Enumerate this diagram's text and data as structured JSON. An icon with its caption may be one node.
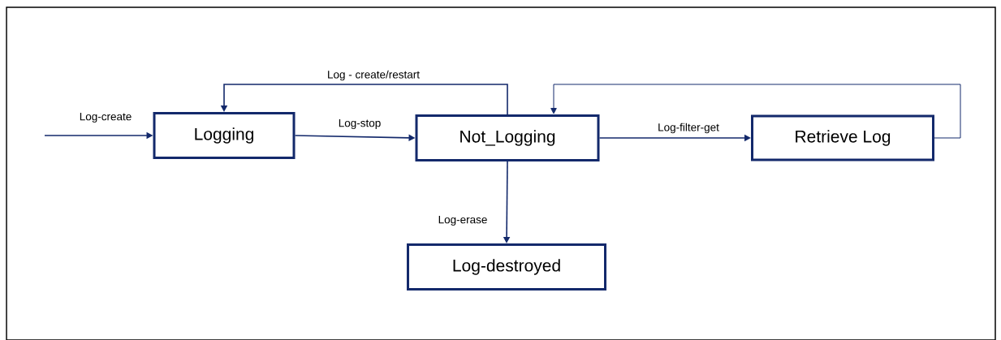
{
  "diagram": {
    "nodes": [
      {
        "text": [
          "Logging"
        ]
      },
      {
        "text": [
          "Not_Logging"
        ]
      },
      {
        "text": [
          "Retrieve Log"
        ]
      },
      {
        "text": [
          "Log-destroyed"
        ]
      }
    ],
    "edges": [
      {
        "from": null,
        "to": 0,
        "arrow": "to",
        "label": "Log-create"
      },
      {
        "from": 0,
        "to": 1,
        "arrow": "to",
        "label": "Log-stop"
      },
      {
        "from": 1,
        "to": 0,
        "arrow": "to",
        "label": "Log - create/restart"
      },
      {
        "from": 1,
        "to": 2,
        "arrow": "to",
        "label": "Log-filter-get"
      },
      {
        "from": 2,
        "to": 1,
        "arrow": "to"
      },
      {
        "from": 1,
        "to": 3,
        "arrow": "to",
        "label": "Log-erase"
      }
    ]
  }
}
